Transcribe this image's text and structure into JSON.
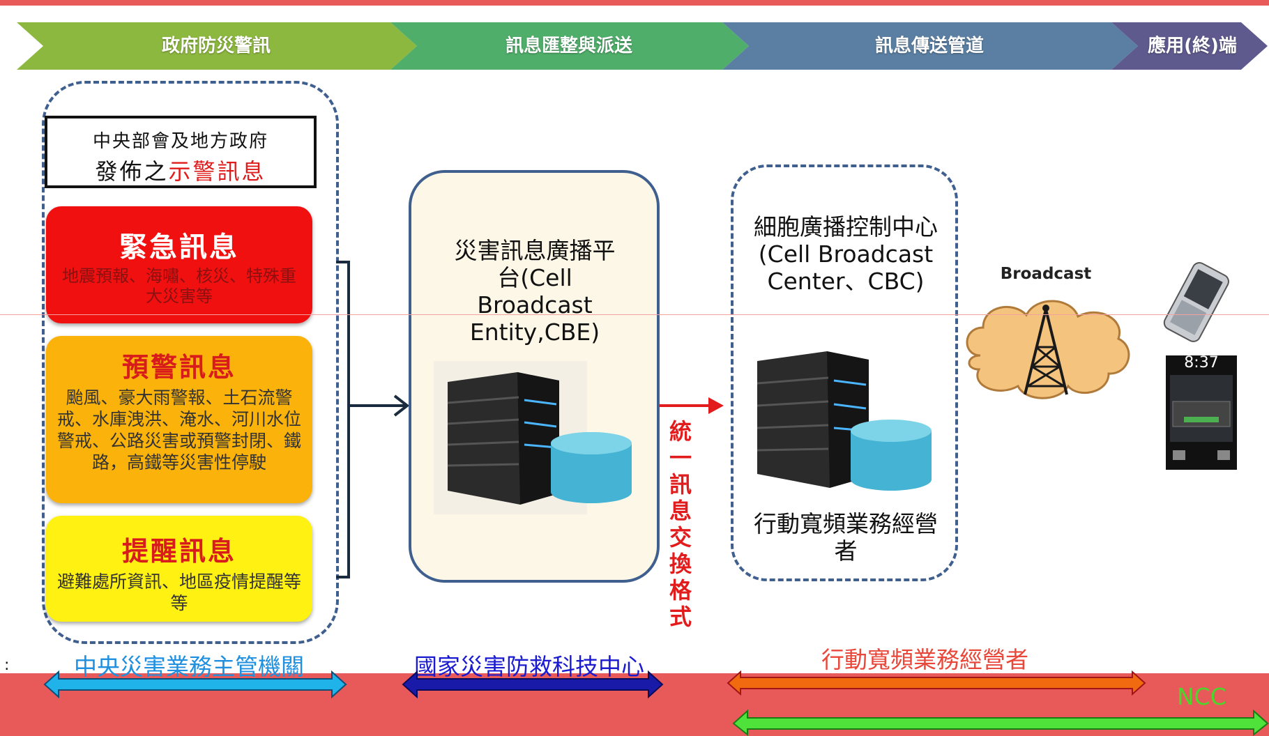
{
  "header": {
    "stage1": "政府防災警訊",
    "stage2": "訊息匯整與派送",
    "stage3": "訊息傳送管道",
    "stage4": "應用(終)端"
  },
  "left": {
    "box_line1": "中央部會及地方政府",
    "box_line2_prefix": "發佈之",
    "box_line2_red": "示警訊息",
    "emergency_title": "緊急訊息",
    "emergency_desc": "地震預報、海嘯、核災、特殊重大災害等",
    "warning_title": "預警訊息",
    "warning_desc": "颱風、豪大雨警報、土石流警戒、水庫洩洪、淹水、河川水位警戒、公路災害或預警封閉、鐵路，高鐵等災害性停駛",
    "reminder_title": "提醒訊息",
    "reminder_desc": "避難處所資訊、地區疫情提醒等等"
  },
  "cbe": {
    "label": "災害訊息廣播平台(Cell Broadcast Entity,CBE)"
  },
  "exchange": {
    "label": "統一訊息交換格式"
  },
  "cbc": {
    "label": "細胞廣播控制中心(Cell Broadcast Center、CBC)",
    "operator": "行動寬頻業務經營者"
  },
  "broadcast": {
    "label": "Broadcast"
  },
  "phone": {
    "time": "8:37"
  },
  "bottom": {
    "colon": ":",
    "agency1": "中央災害業務主管機關",
    "agency2": "國家災害防救科技中心",
    "agency3": "行動寬頻業務經營者",
    "agency4": "NCC"
  },
  "colors": {
    "stage1": "#8db83f",
    "stage2": "#4fae6a",
    "stage3": "#5b7fa2",
    "stage4": "#5e5a8e",
    "emergency": "#f01010",
    "warning": "#fbb30c",
    "reminder": "#fff212",
    "agency1": "#1f8fe0",
    "agency2": "#1a1ad0",
    "agency3": "#e8473a",
    "agency4": "#4bd62c"
  }
}
